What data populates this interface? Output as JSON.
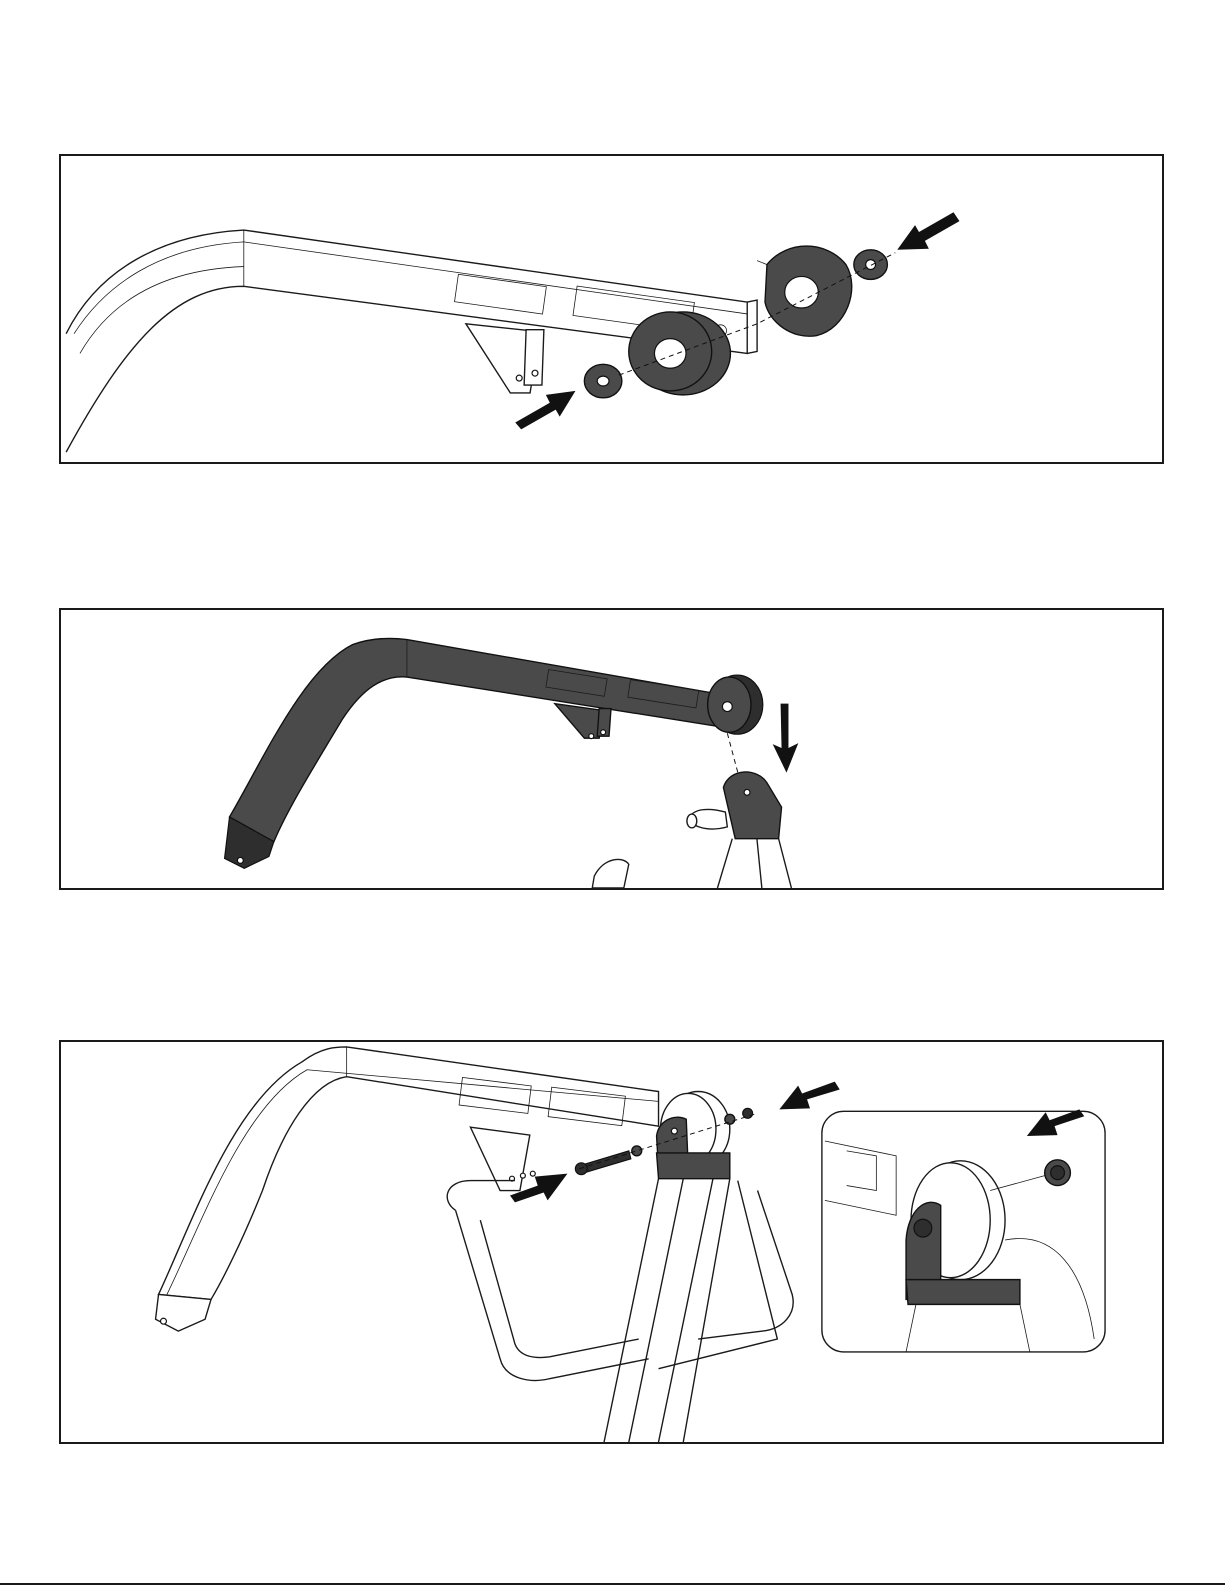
{
  "figures": [
    {
      "id": "step-1",
      "description_hidden": ""
    },
    {
      "id": "step-2",
      "description_hidden": ""
    },
    {
      "id": "step-3",
      "description_hidden": ""
    }
  ],
  "colors": {
    "line": "#1a1a1a",
    "part_fill": "#4a4a4a",
    "background": "#ffffff"
  },
  "icons": [
    "arrow-icon",
    "arrow-icon",
    "arrow-icon",
    "arrow-icon",
    "arrow-icon",
    "arrow-icon",
    "arrow-icon"
  ]
}
